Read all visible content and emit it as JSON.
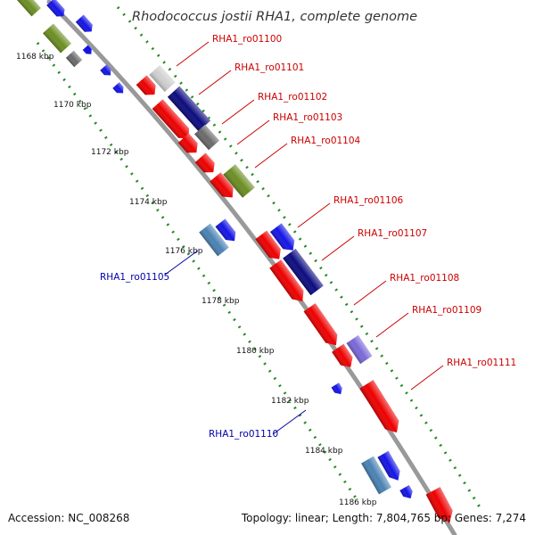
{
  "title": "Rhodococcus jostii RHA1, complete genome",
  "accession": "Accession: NC_008268",
  "summary": "Topology: linear; Length: 7,804,765 bp; Genes: 7,274",
  "colors": {
    "red": "#ee0000",
    "blue": "#1414e6",
    "navy": "#0c0c80",
    "olive": "#6b8e23",
    "grey": "#6a6a6a",
    "lightgrey": "#cfcfcf",
    "steel": "#4a82b4",
    "violet": "#7a68d8",
    "forward_label": "#cc0000",
    "reverse_label": "#0000aa",
    "backbone": "#999999",
    "dots": "#228b22"
  },
  "ticks": [
    "1168 kbp",
    "1170 kbp",
    "1172 kbp",
    "1174 kbp",
    "1176 kbp",
    "1178 kbp",
    "1180 kbp",
    "1182 kbp",
    "1184 kbp",
    "1186 kbp"
  ],
  "forward_labels": [
    "RHA1_ro01100",
    "RHA1_ro01101",
    "RHA1_ro01102",
    "RHA1_ro01103",
    "RHA1_ro01104",
    "RHA1_ro01106",
    "RHA1_ro01107",
    "RHA1_ro01108",
    "RHA1_ro01109",
    "RHA1_ro01111"
  ],
  "reverse_labels": [
    "RHA1_ro01105",
    "RHA1_ro01110"
  ]
}
